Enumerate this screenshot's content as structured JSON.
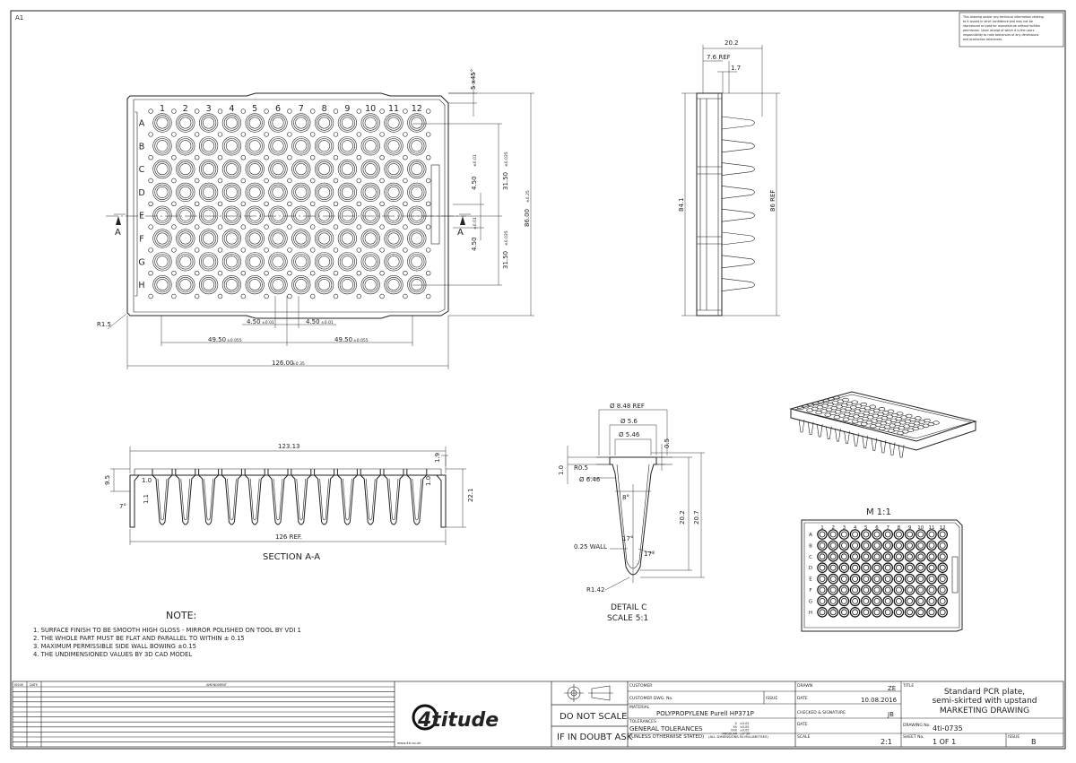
{
  "sheet": {
    "size_label": "A1",
    "disclaimer": [
      "This drawing and/or any technical information relating",
      "to it issued in strict confidence and may not be",
      "reproduced or used for manufacture without written",
      "permission. Upon receipt of which it is the users",
      "responsibility to note tolerances of any dimensions",
      "and production tolerances."
    ]
  },
  "plate_top": {
    "columns": [
      "1",
      "2",
      "3",
      "4",
      "5",
      "6",
      "7",
      "8",
      "9",
      "10",
      "11",
      "12"
    ],
    "rows": [
      "A",
      "B",
      "C",
      "D",
      "E",
      "F",
      "G",
      "H"
    ],
    "dims": {
      "width": "126.00",
      "width_tol": "±0.35",
      "height": "86.00",
      "height_tol": "±0.25",
      "half_span": "49.50",
      "half_span_tol": "±0.055",
      "pitch": "4.50",
      "pitch_tol": "±0.01",
      "row_span": "31.50",
      "row_span_tol": "±0.035",
      "chamfer": "5 x45°",
      "corner_radius": "R1.5"
    },
    "section_marker": "A"
  },
  "plate_side": {
    "dims": {
      "d20_2": "20.2",
      "d7_6": "7.6 REF",
      "d1_7": "1.7",
      "d84_1": "84.1",
      "d86": "86 REF"
    }
  },
  "section_aa": {
    "label": "SECTION A-A",
    "dims": {
      "d123_13": "123.13",
      "d126": "126 REF.",
      "d9_5": "9.5",
      "d1_0a": "1.0",
      "d1_0b": "1.0",
      "d1_1": "1.1",
      "d7deg": "7°",
      "d1_9": "1.9",
      "d22_1": "22.1"
    }
  },
  "detail_c": {
    "label": "DETAIL C",
    "scale": "SCALE 5:1",
    "dims": {
      "d8_48": "Ø 8.48 REF",
      "d5_6": "Ø 5.6",
      "d5_46": "Ø 5.46",
      "d0_5": "0.5",
      "d1_0": "1.0",
      "r0_5": "R0.5",
      "d6_46": "Ø 6.46",
      "a8": "8°",
      "d20_2": "20.2",
      "d20_7": "20.7",
      "a17a": "17°",
      "a17b": "17°",
      "wall": "0.25 WALL",
      "r1_42": "R1.42"
    }
  },
  "mini_view": {
    "label": "M 1:1"
  },
  "notes": {
    "title": "NOTE:",
    "items": [
      "1. SURFACE FINISH TO BE SMOOTH HIGH GLOSS - MIRROR POLISHED ON TOOL BY VDI 1",
      "2. THE WHOLE PART MUST BE FLAT AND PARALLEL TO WITHIN ± 0.15",
      "3. MAXIMUM PERMISSIBLE SIDE WALL BOWING ±0.15",
      "4. THE UNDIMENSIONED VALUES BY 3D CAD MODEL"
    ]
  },
  "title_block": {
    "rev_issue": "ISSUE",
    "rev_date": "DATE",
    "rev_amendment": "AMENDMENT",
    "logo": "4titude",
    "website": "www.4ti.co.uk",
    "do_not_scale": "DO NOT SCALE",
    "if_in_doubt": "IF IN DOUBT ASK",
    "customer_label": "CUSTOMER",
    "customer_dwg_label": "CUSTOMER DWG. No.",
    "issue_label": "ISSUE",
    "material_label": "MATERIAL",
    "material": "POLYPROPYLENE Purell HP371P",
    "tolerances_label": "TOLERANCES",
    "general_tolerances": "GENERAL TOLERANCES",
    "unless_stated": "(UNLESS OTHERWISE STATED)",
    "all_dims": "(ALL DIMENSIONS IN MILLIMETRES)",
    "tol_values": [
      "±0.02",
      "±0.05",
      "±0.05",
      "±0°30'"
    ],
    "tol_keys": [
      "X",
      "XX",
      "XXX",
      "ANGULAR"
    ],
    "scale_label": "SCALE",
    "scale": "2:1",
    "drawn_label": "DRAWN",
    "drawn_by": "ZE",
    "date_label": "DATE",
    "date": "10.08.2016",
    "checked_label": "CHECKED & SIGNATURE",
    "checked_by": "JB",
    "date2_label": "DATE",
    "title_label": "TITLE",
    "title_lines": [
      "Standard PCR plate,",
      "semi-skirted with upstand",
      "MARKETING DRAWING"
    ],
    "drawing_no_label": "DRAWING No.",
    "drawing_no": "4ti-0735",
    "sheet_label": "SHEET No.",
    "sheet": "1 OF 1",
    "issue_box_label": "ISSUE",
    "issue": "B"
  }
}
